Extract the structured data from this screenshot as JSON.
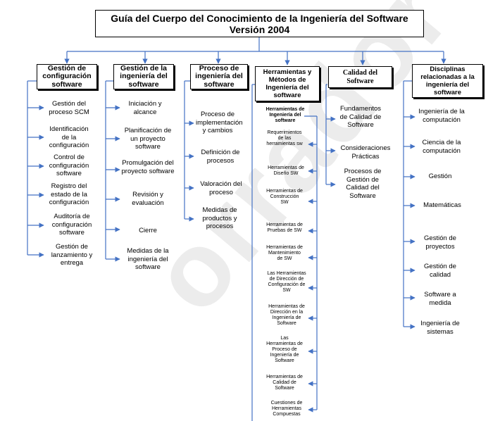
{
  "title": {
    "line1": "Guía del Cuerpo del Conocimiento de la Ingeniería del Software",
    "line2": "Versión 2004"
  },
  "watermark": "orrador",
  "areas": [
    {
      "title": "Gestión de configuración software",
      "items": [
        "Gestión del proceso SCM",
        "Identificación de la configuración",
        "Control de configuración software",
        "Registro del estado de la configuración",
        "Auditoría de configuración software",
        "Gestión de lanzamiento y entrega"
      ]
    },
    {
      "title": "Gestión de la ingeniería del software",
      "items": [
        "Iniciación y alcance",
        "Planificación de un proyecto software",
        "Promulgación del proyecto software",
        "Revisión y evaluación",
        "Cierre",
        "Medidas de la ingeniería del software"
      ]
    },
    {
      "title": "Proceso de ingeniería del software",
      "items": [
        "Proceso de implementación y cambios",
        "Definición de procesos",
        "Valoración del proceso",
        "Medidas de productos y procesos"
      ]
    },
    {
      "title": "Herramientas y Métodos de Ingeniería del software",
      "items": [
        "Herramientas de Ingeniería del software",
        "Requerimientos de las herramientas sw",
        "Herramientas de Diseño SW",
        "Herramientas de Construcción SW",
        "Herramientas de Pruebas de SW",
        "Herramientas de Mantenimiento de SW",
        "Las Herramientas de Dirección de Configuración de SW",
        "Herramientas de Dirección en la Ingeniería de Software",
        "Las Herramientas de Proceso de Ingeniería de Software",
        "Herramientas de Calidad de Software",
        "Cuestiones de Herramientas Compuestas"
      ]
    },
    {
      "title": "Calidad del Software",
      "items": [
        "Fundamentos de Calidad de Software",
        "Consideraciones Prácticas",
        "Procesos de Gestión de Calidad del Software"
      ]
    },
    {
      "title": "Disciplinas relacionadas a la ingeniería del software",
      "items": [
        "Ingeniería de la computación",
        "Ciencia de la computación",
        "Gestión",
        "Matemáticas",
        "Gestión de proyectos",
        "Gestión de calidad",
        "Software a medida",
        "Ingeniería de sistemas"
      ]
    }
  ]
}
